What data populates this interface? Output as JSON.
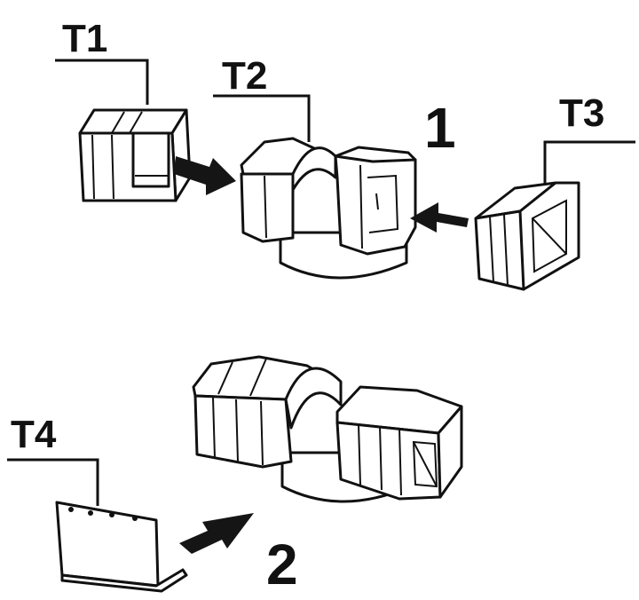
{
  "labels": {
    "t1": "T1",
    "t2": "T2",
    "t3": "T3",
    "t4": "T4"
  },
  "steps": {
    "one": "1",
    "two": "2"
  },
  "colors": {
    "ink": "#111111",
    "arrow": "#151515",
    "background": "#ffffff"
  }
}
